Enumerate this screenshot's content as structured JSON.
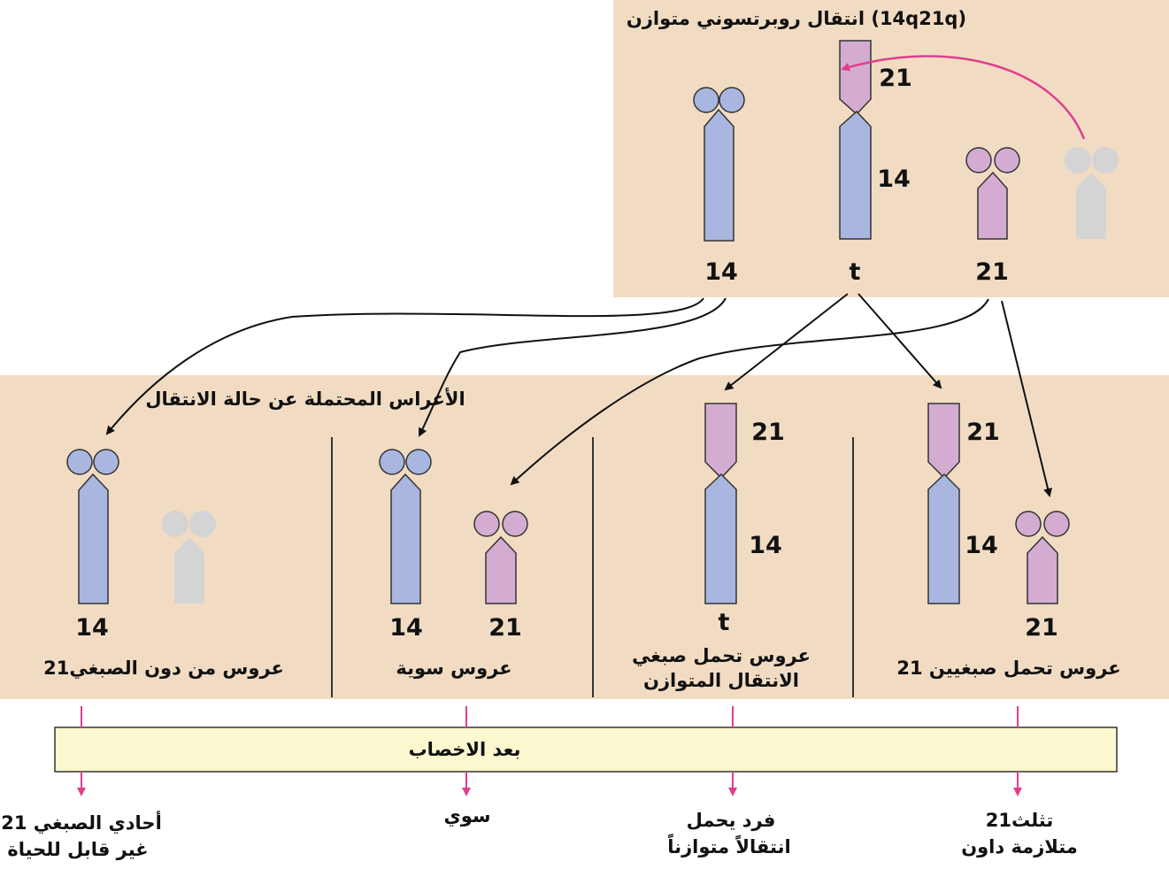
{
  "colors": {
    "panel": "#f1dcc3",
    "band": "#fbf7cf",
    "blue": "#a9b6df",
    "purple": "#d4acd2",
    "gray": "#d4d4d4",
    "pink": "#e03e8e",
    "arrow": "#111111"
  },
  "top_panel": {
    "title": "انتقال روبرتسوني متوازن (14q21q)",
    "chromosomes": [
      {
        "label": "14"
      },
      {
        "label": "t",
        "upper": "21",
        "lower": "14"
      },
      {
        "label": "21"
      }
    ]
  },
  "gametes_panel": {
    "title": "الأعراس المحتملة عن حالة الانتقال",
    "columns": [
      {
        "id": "monosomy",
        "caption": "عروس من دون الصبغي21",
        "labels": [
          "14"
        ]
      },
      {
        "id": "normal",
        "caption": "عروس سوية",
        "labels": [
          "14",
          "21"
        ]
      },
      {
        "id": "balanced",
        "caption_line1": "عروس تحمل صبغي",
        "caption_line2": "الانتقال المتوازن",
        "labels": [
          "t"
        ],
        "upper": "21",
        "lower": "14"
      },
      {
        "id": "trisomy",
        "caption": "عروس تحمل صبغيين 21",
        "labels": [
          "21"
        ],
        "upper": "21",
        "lower": "14"
      }
    ]
  },
  "fertilization": {
    "label": "بعد الاخصاب"
  },
  "outcomes": [
    {
      "line1": "أحادي الصبغي 21",
      "line2": "غير قابل للحياة"
    },
    {
      "line1": "سوي"
    },
    {
      "line1": "فرد يحمل",
      "line2": "انتقالاً متوازناً"
    },
    {
      "line1": "تثلث21",
      "line2": "متلازمة داون"
    }
  ]
}
